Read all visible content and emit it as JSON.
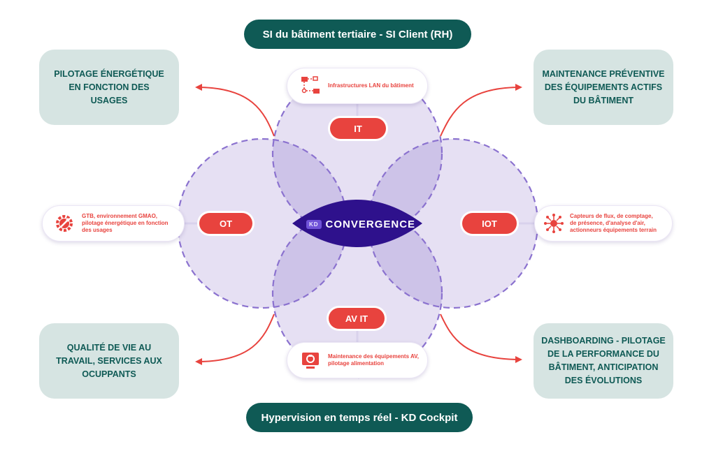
{
  "header": {
    "top_title": "SI du bâtiment tertiaire - SI Client (RH)",
    "bottom_title": "Hypervision en temps réel - KD Cockpit"
  },
  "corners": {
    "top_left": "PILOTAGE ÉNERGÉTIQUE\nEN FONCTION DES\nUSAGES",
    "top_right": "MAINTENANCE PRÉVENTIVE\nDES ÉQUIPEMENTS ACTIFS\nDU BÂTIMENT",
    "bottom_left": "QUALITÉ DE VIE AU\nTRAVAIL, SERVICES AUX\nOCUPPANTS",
    "bottom_right": "DASHBOARDING - PILOTAGE\nDE LA PERFORMANCE DU\nBÂTIMENT, ANTICIPATION\nDES ÉVOLUTIONS"
  },
  "domains": {
    "it": "IT",
    "ot": "OT",
    "iot": "IOT",
    "avit": "AV IT"
  },
  "cards": {
    "it": "Infrastructures LAN du bâtiment",
    "ot": "GTB, environnement GMAO,\npilotage énergétique en fonction\ndes usages",
    "iot": "Capteurs de flux, de comptage,\nde présence, d'analyse d'air,\nactionneurs équipements terrain",
    "avit": "Maintenance des équipements AV,\npilotage alimentation"
  },
  "center": {
    "badge": "KD",
    "label": "CONVERGENCE"
  },
  "icons": {
    "it": "network-icon",
    "ot": "gear-wrench-icon",
    "iot": "sensor-hub-icon",
    "avit": "maintenance-icon"
  },
  "colors": {
    "teal": "#0f5a55",
    "red": "#e8433e",
    "purple_dash": "#8b72cf",
    "circle_fill": "#e6e0f3",
    "lens_fill": "#cdc3e8",
    "center_fill": "#2e118c"
  }
}
